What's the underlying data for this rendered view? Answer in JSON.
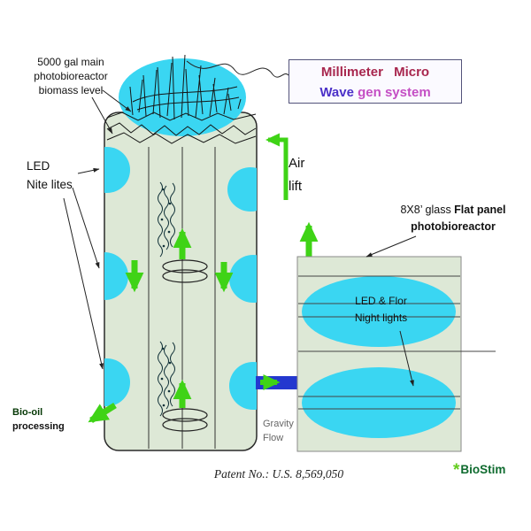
{
  "colors": {
    "cyan": "#3ad6f2",
    "vessel_fill": "#dde8d6",
    "arrow_green": "#3fd316",
    "flow_blue": "#2438cf",
    "mm_maroon": "#a8274e",
    "mm_purple": "#4b30c8",
    "mm_magenta": "#c44ec4",
    "biostim_green": "#0f6b2f"
  },
  "labels": {
    "main_reactor": "5000 gal main\nphotobioreactor\nbiomass level",
    "led_nite": "LED\nNite lites",
    "mm_line1": "Millimeter Micro",
    "mm_wave": "Wave",
    "mm_rest": " gen system",
    "air_lift": "Air\nlift",
    "panel_pre": "8X8’ glass ",
    "panel_bold": "Flat panel",
    "panel_line2": "photobioreactor",
    "panel_lights": "LED & Flor\nNight lights",
    "bio_oil": "Bio-oil",
    "processing": "processing",
    "gravity_flow": "Gravity\nFlow",
    "patent": "Patent No.: U.S. 8,569,050",
    "biostim_star": "*",
    "biostim_name": "BioStim"
  }
}
